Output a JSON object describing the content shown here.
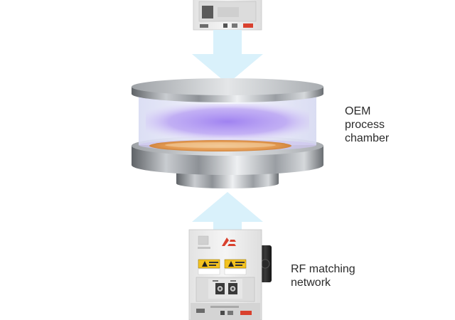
{
  "labels": {
    "chamber": [
      "OEM",
      "process",
      "chamber"
    ],
    "matching_network": [
      "RF matching",
      "network"
    ]
  },
  "colors": {
    "arrow": "#d9f1fb",
    "plasma": "#9b7cf0",
    "wafer": "#e8a25a",
    "metal": "#b9bcc0",
    "unit_body": "#eeeeee",
    "warning": "#f3c21f",
    "brand": "#d9412e"
  },
  "icons": [
    "warning-icon",
    "brand-logo-icon",
    "rf-connector-icon"
  ]
}
